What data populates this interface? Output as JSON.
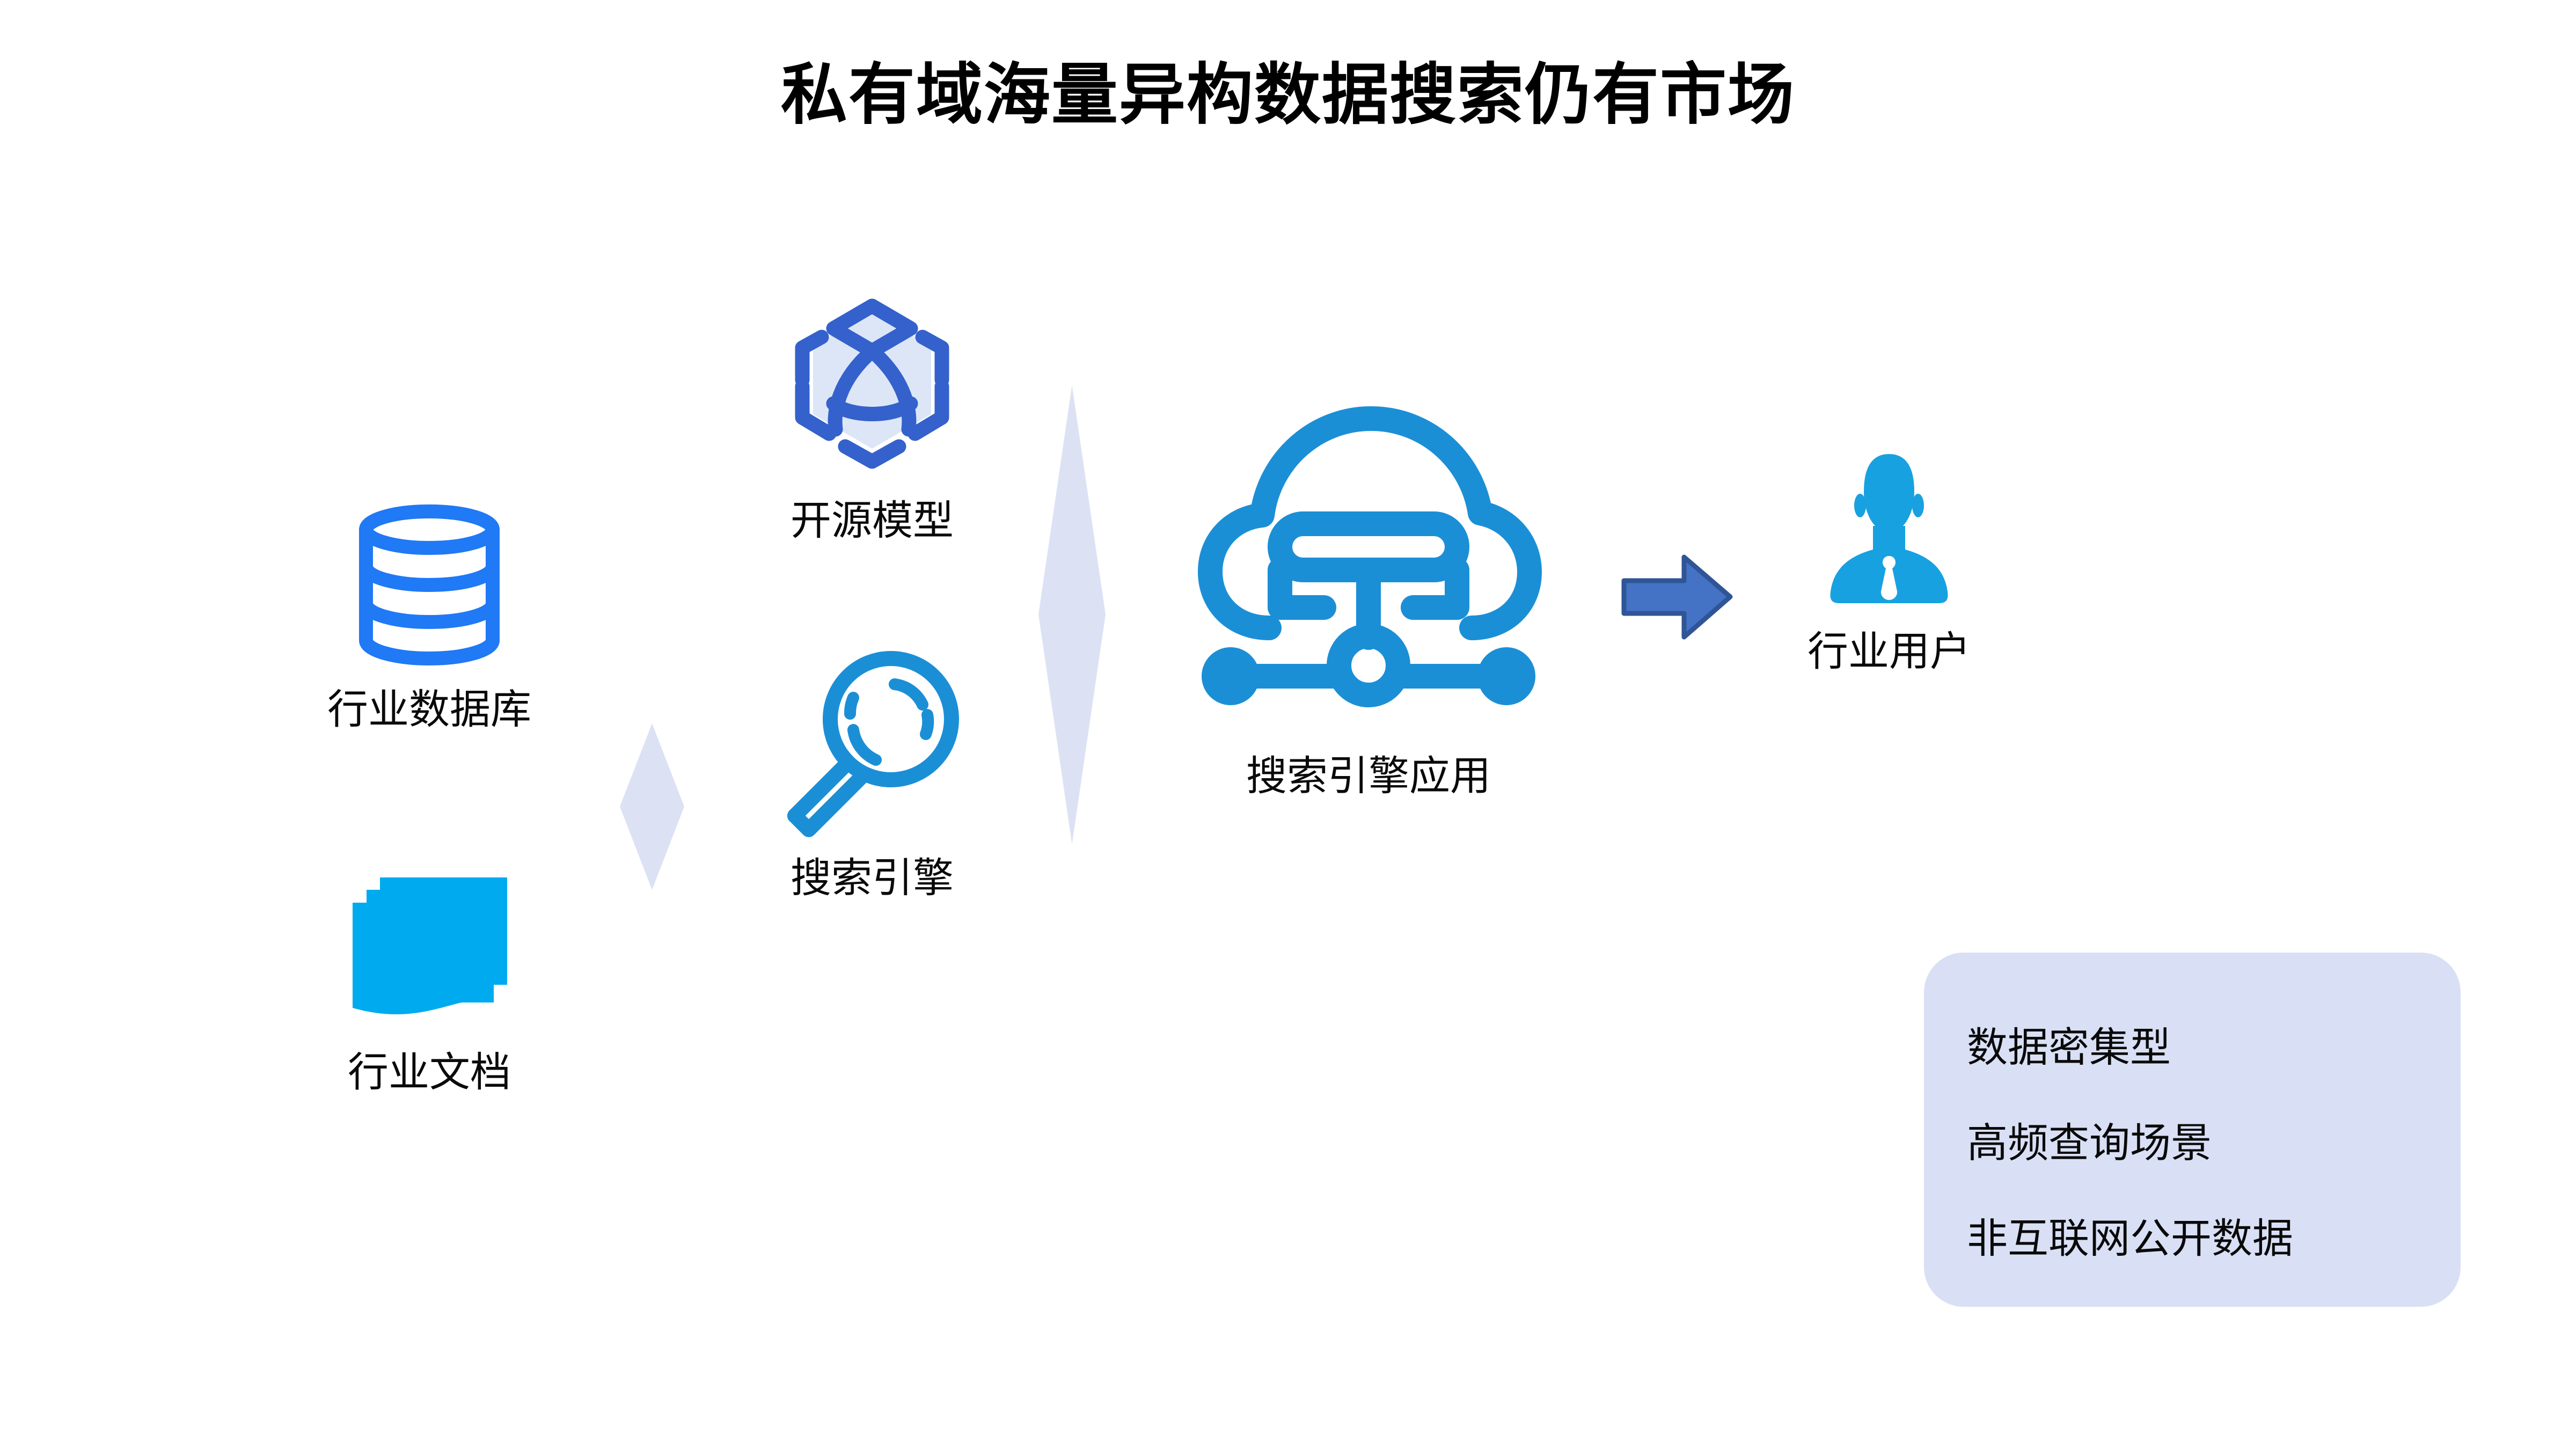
{
  "title": "私有域海量异构数据搜索仍有市场",
  "colors": {
    "database_blue": "#2079F5",
    "document_cyan": "#00AAEE",
    "model_royal_blue": "#3461CC",
    "model_fill_light": "#DCE6F7",
    "search_blue": "#1B8FD6",
    "cloud_blue": "#1B8FD6",
    "user_blue": "#18A1E0",
    "arrow_fill": "#4472C4",
    "arrow_stroke": "#2F5597",
    "diamond_fill": "#DCE2F4",
    "callout_bg": "#D9E0F5",
    "text_black": "#0A0A0A"
  },
  "nodes": {
    "database": {
      "label": "行业数据库",
      "icon": "database-cylinder-icon"
    },
    "documents": {
      "label": "行业文档",
      "icon": "stacked-documents-icon"
    },
    "open_model": {
      "label": "开源模型",
      "icon": "hexagon-globe-model-icon"
    },
    "search_engine": {
      "label": "搜索引擎",
      "icon": "magnifier-search-icon"
    },
    "cloud_app": {
      "label": "搜索引擎应用",
      "icon": "cloud-network-icon"
    },
    "user": {
      "label": "行业用户",
      "icon": "business-person-icon"
    }
  },
  "connectors": {
    "diamond_small": "diamond-connector-icon",
    "diamond_large": "diamond-connector-icon",
    "arrow_to_user": "right-block-arrow-icon"
  },
  "callout": {
    "lines": [
      "数据密集型",
      "高频查询场景",
      "非互联网公开数据"
    ]
  }
}
